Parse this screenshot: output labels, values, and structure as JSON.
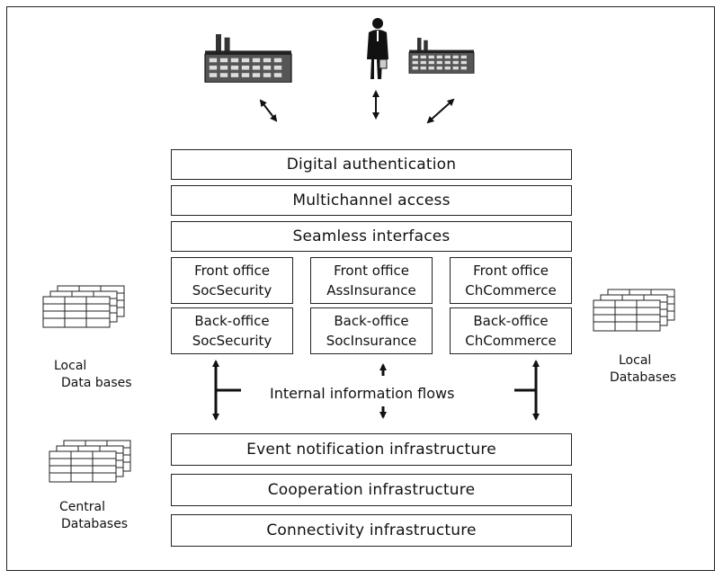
{
  "layers_top": [
    {
      "label": "Digital authentication"
    },
    {
      "label": "Multichannel access"
    },
    {
      "label": "Seamless interfaces"
    }
  ],
  "services": {
    "front": [
      {
        "line1": "Front office",
        "line2": "SocSecurity"
      },
      {
        "line1": "Front office",
        "line2": "AssInsurance"
      },
      {
        "line1": "Front office",
        "line2": "ChCommerce"
      }
    ],
    "back": [
      {
        "line1": "Back-office",
        "line2": "SocSecurity"
      },
      {
        "line1": "Back-office",
        "line2": "SocInsurance"
      },
      {
        "line1": "Back-office",
        "line2": "ChCommerce"
      }
    ]
  },
  "internal_flows": "Internal information flows",
  "layers_bottom": [
    {
      "label": "Event notification infrastructure"
    },
    {
      "label": "Cooperation  infrastructure"
    },
    {
      "label": "Connectivity infrastructure"
    }
  ],
  "databases": {
    "left_local": {
      "line1": "Local",
      "line2": "Data bases"
    },
    "right_local": {
      "line1": "Local",
      "line2": "Databases"
    },
    "central": {
      "line1": "Central",
      "line2": "Databases"
    }
  }
}
